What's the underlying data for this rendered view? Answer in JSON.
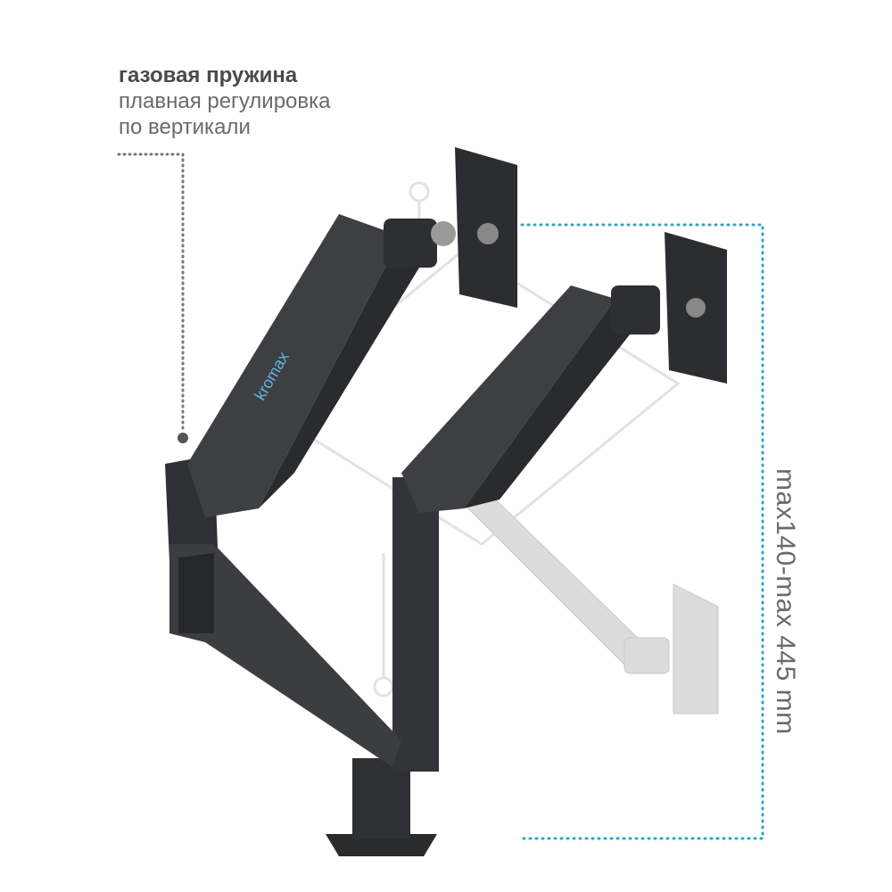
{
  "caption": {
    "title": "газовая пружина",
    "line1": "плавная регулировка",
    "line2": "по вертикали"
  },
  "dimension_label": "max140-max 445 mm",
  "brand_logo": "kromax",
  "colors": {
    "arm": "#3b3d40",
    "arm_dark": "#222325",
    "ghost": "#d8d8d8",
    "bracket": "#2aa6c8",
    "pointer": "#777777"
  }
}
